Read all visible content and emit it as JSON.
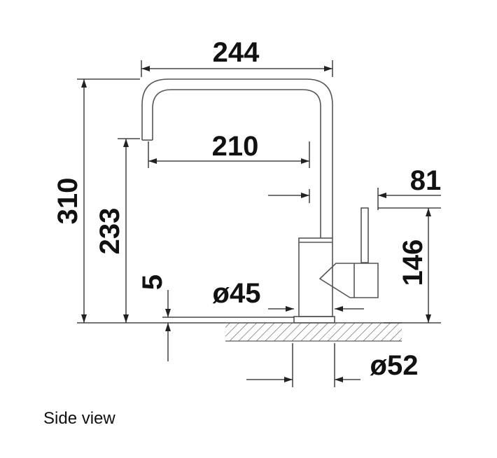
{
  "dimensions": {
    "total_width": "244",
    "spout_reach": "210",
    "lever_offset": "81",
    "total_height": "310",
    "spout_height": "233",
    "lever_height": "146",
    "base_gap": "5",
    "base_diameter": "ø45",
    "hole_diameter": "ø52"
  },
  "caption": "Side view"
}
